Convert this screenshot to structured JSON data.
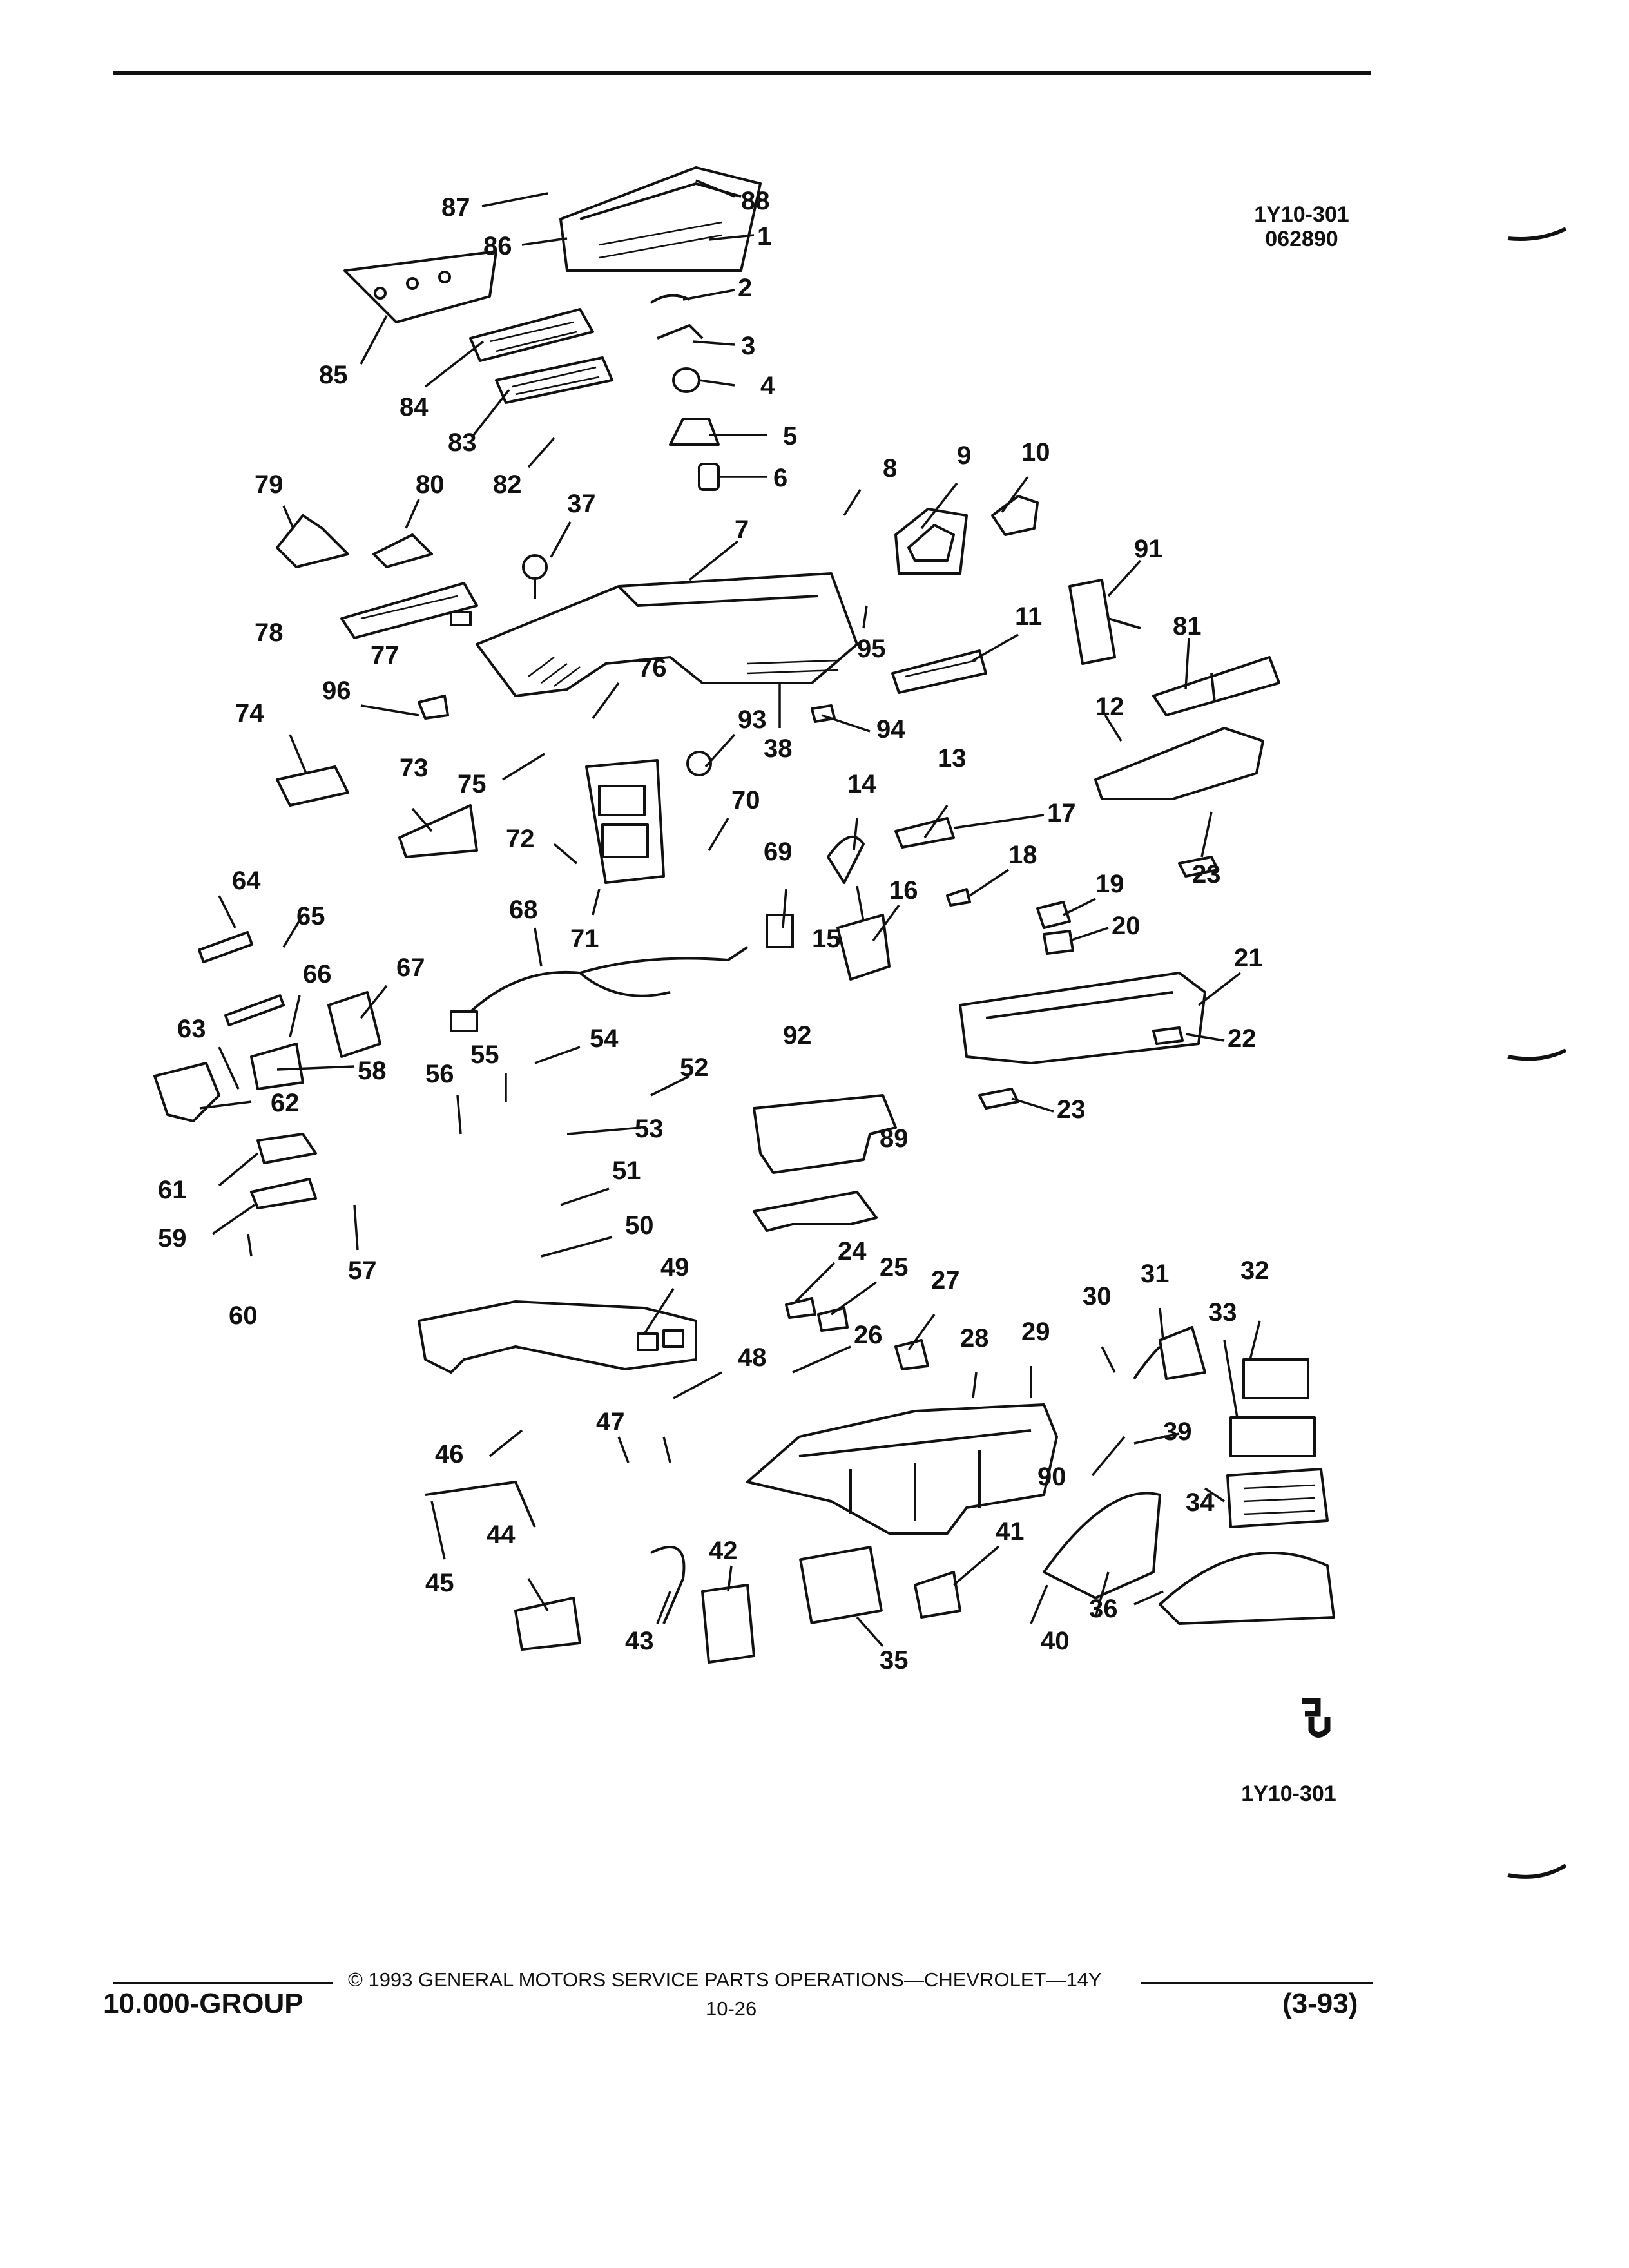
{
  "header": {
    "diagram_code": "1Y10-301",
    "diagram_date": "062890"
  },
  "diagram": {
    "bottom_code": "1Y10-301",
    "logo_glyph": "cu-logo",
    "callouts": [
      "1",
      "2",
      "3",
      "4",
      "5",
      "6",
      "7",
      "8",
      "9",
      "10",
      "11",
      "12",
      "13",
      "14",
      "15",
      "16",
      "17",
      "18",
      "19",
      "20",
      "21",
      "22",
      "23",
      "23",
      "24",
      "25",
      "26",
      "27",
      "28",
      "29",
      "30",
      "31",
      "32",
      "33",
      "34",
      "35",
      "36",
      "37",
      "38",
      "39",
      "40",
      "41",
      "42",
      "43",
      "44",
      "45",
      "46",
      "47",
      "48",
      "49",
      "50",
      "51",
      "52",
      "53",
      "54",
      "55",
      "56",
      "57",
      "58",
      "59",
      "60",
      "61",
      "62",
      "63",
      "64",
      "65",
      "66",
      "67",
      "68",
      "69",
      "70",
      "71",
      "72",
      "73",
      "74",
      "75",
      "76",
      "77",
      "78",
      "79",
      "80",
      "81",
      "82",
      "83",
      "84",
      "85",
      "86",
      "87",
      "88",
      "89",
      "90",
      "91",
      "92",
      "93",
      "94",
      "95",
      "96"
    ]
  },
  "footer": {
    "copyright": "© 1993 GENERAL MOTORS SERVICE PARTS OPERATIONS—CHEVROLET—14Y",
    "group": "10.000-GROUP",
    "page": "10-26",
    "revision": "(3-93)"
  }
}
